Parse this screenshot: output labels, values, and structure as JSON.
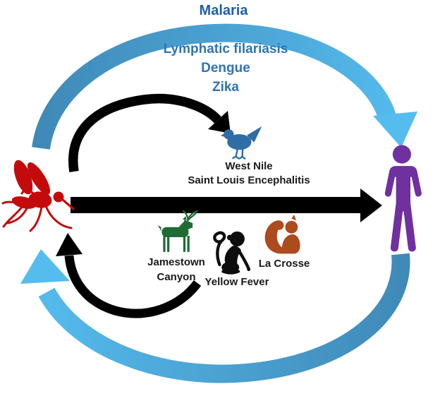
{
  "labels": {
    "malaria": "Malaria",
    "lymphatic_filariasis": "Lymphatic filariasis",
    "dengue": "Dengue",
    "zika": "Zika",
    "west_nile": "West Nile",
    "saint_louis_encephalitis": "Saint Louis Encephalitis",
    "jamestown_line1": "Jamestown",
    "jamestown_line2": "Canyon",
    "yellow_fever": "Yellow Fever",
    "la_crosse": "La Crosse"
  },
  "icons": {
    "mosquito": {
      "name": "mosquito-icon",
      "color": "#C40B0C"
    },
    "human": {
      "name": "person-icon",
      "color": "#7030A0"
    },
    "bird": {
      "name": "bird-icon",
      "color": "#2E6DA6"
    },
    "deer": {
      "name": "deer-icon",
      "color": "#1E6B33"
    },
    "monkey": {
      "name": "monkey-icon",
      "color": "#0D0D0D"
    },
    "squirrel": {
      "name": "squirrel-icon",
      "color": "#AD4A1E"
    }
  },
  "colors": {
    "title_text": "#1F5FA6",
    "arc_disease_text": "#2E74B5",
    "animal_label_text": "#1A1A1A",
    "black_arrow": "#000000",
    "blue_arc_dark": "#3F88B6",
    "blue_arc_light": "#55BCEE",
    "background": "#FFFFFF"
  }
}
